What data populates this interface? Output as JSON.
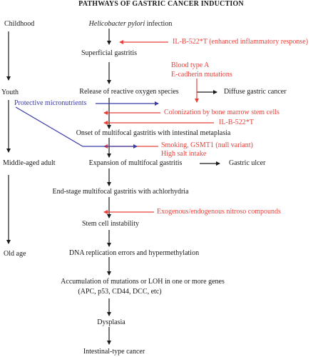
{
  "title": "PATHWAYS OF GASTRIC CANCER INDUCTION",
  "life_stages": [
    "Childhood",
    "Youth",
    "Middle-aged adult",
    "Old age"
  ],
  "pathway": {
    "infection_prefix": "Helicobacter pylori",
    "infection_suffix": " infection",
    "steps": [
      "Superficial gastritis",
      "Release of reactive oxygen species",
      "Onset of multifocal gastritis with intestinal metaplasia",
      "Expansion of multifocal gastritis",
      "End-stage multifocal gastritis with achlorhydria",
      "Stem cell instability",
      "DNA replication errors and hypermethylation",
      "Accumulation of mutations or LOH in one or more genes",
      "(APC, p53, CD44, DCC, etc)",
      "Dysplasia",
      "Intestinal-type cancer"
    ]
  },
  "outcomes": [
    "Diffuse gastric cancer",
    "Gastric ulcer"
  ],
  "factors": {
    "il_enhanced": "IL-B-522*T (enhanced inflammatory response)",
    "blood_type": "Blood type A",
    "e_cadherin": "E-cadherin mutations",
    "protective": "Protective micronutrients",
    "colonization": "Colonization by bone marrow stem cells",
    "il_second": "IL-B-522*T",
    "smoking": "Smoking, GSMT1 (null variant)",
    "salt": "High salt intake",
    "nitroso": "Exogenous/endogenous nitroso compounds"
  },
  "colors": {
    "risk": "#e8403a",
    "protective": "#3a3aa8",
    "main": "#1a1a1a"
  }
}
